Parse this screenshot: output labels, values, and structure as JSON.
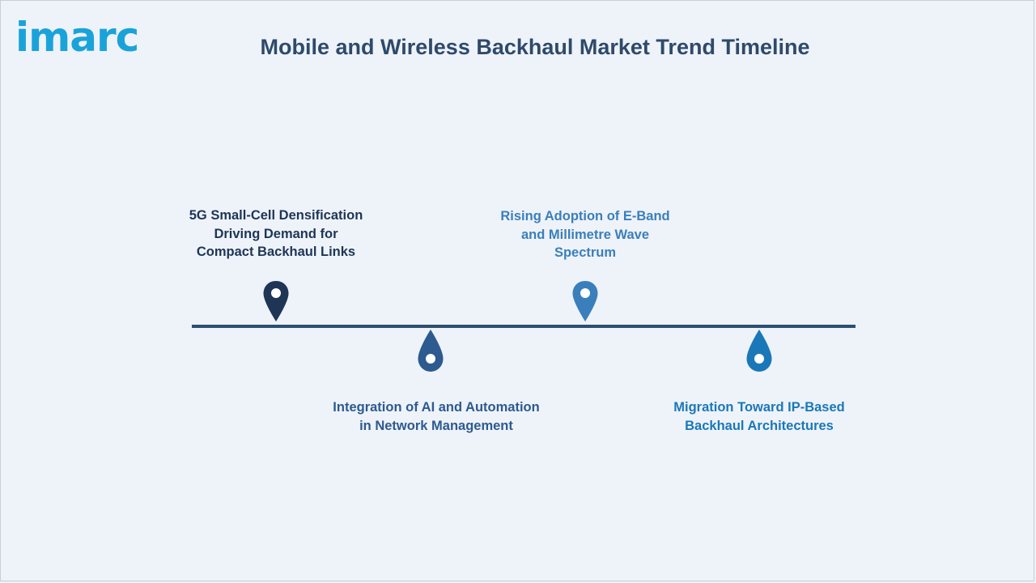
{
  "logo": {
    "text": "imarc"
  },
  "title": "Mobile and Wireless Backhaul Market Trend Timeline",
  "colors": {
    "background": "#eef3f9",
    "line": "#2c4f71",
    "title": "#2e4a6b",
    "logo": "#1aa3d9"
  },
  "trends": [
    {
      "text": "5G Small-Cell Densification Driving Demand for Compact Backhaul Links",
      "lines": [
        "5G Small-Cell Densification",
        "Driving Demand for",
        "Compact Backhaul Links"
      ],
      "position": "above",
      "color": "#1e3556",
      "icon": "map-pin-icon"
    },
    {
      "text": "Integration of AI and Automation in Network Management",
      "lines": [
        "Integration of AI and Automation",
        "in Network Management"
      ],
      "position": "below",
      "color": "#2d5a8f",
      "icon": "drop-pin-icon"
    },
    {
      "text": "Rising Adoption of E-Band and Millimetre Wave Spectrum",
      "lines": [
        "Rising Adoption of E-Band",
        "and Millimetre Wave",
        "Spectrum"
      ],
      "position": "above",
      "color": "#3a7fbb",
      "icon": "map-pin-icon"
    },
    {
      "text": "Migration Toward IP-Based Backhaul Architectures",
      "lines": [
        "Migration Toward IP-Based",
        "Backhaul Architectures"
      ],
      "position": "below",
      "color": "#1a78b8",
      "icon": "drop-pin-icon"
    }
  ]
}
